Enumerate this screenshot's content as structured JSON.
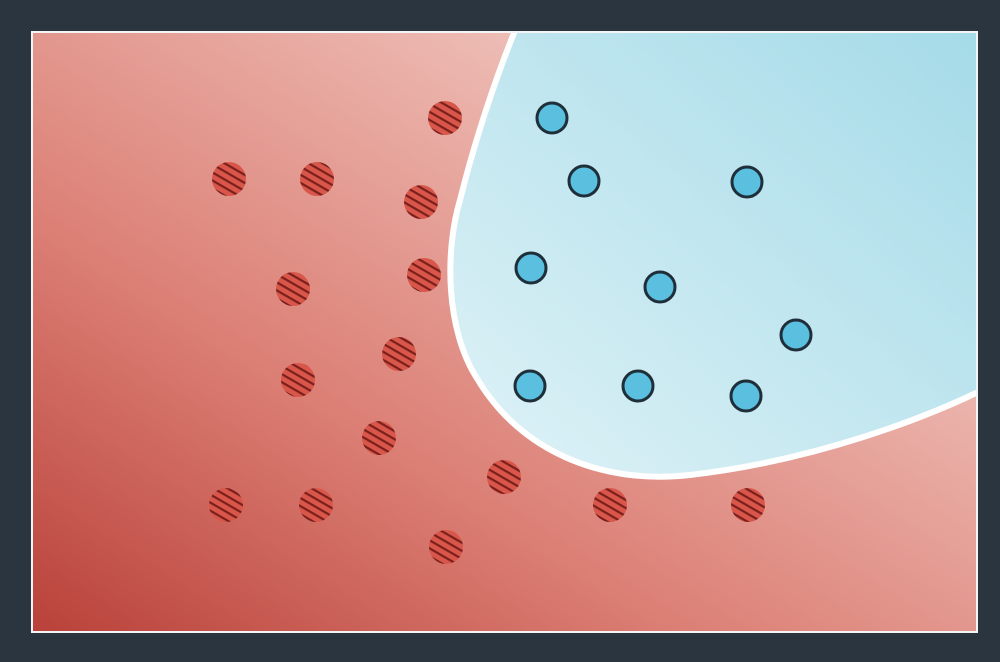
{
  "colors": {
    "background": "#2b3540",
    "frame_border": "#f4f4f4",
    "region_a_dark": "#c0433a",
    "region_a_light": "#f2d9d6",
    "region_b_light": "#d6eef4",
    "region_b_dark": "#a5dbe8",
    "boundary": "#ffffff",
    "point_a_fill": "#d9574a",
    "point_a_hatch": "#7a1f1c",
    "point_b_fill": "#5bbfe0",
    "point_b_stroke": "#1f2f3a"
  },
  "classes": [
    {
      "id": "a",
      "marker": "hatched-circle"
    },
    {
      "id": "b",
      "marker": "outlined-circle"
    }
  ]
}
